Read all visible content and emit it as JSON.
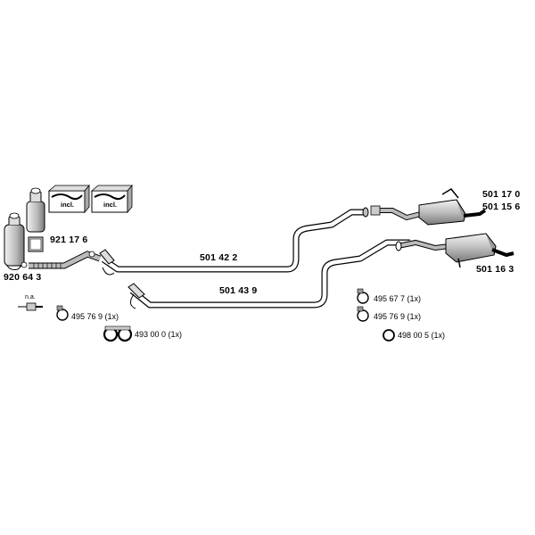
{
  "parts": {
    "catalyst": "920 64 3",
    "front_pipe": "921 17 6",
    "center_pipe_upper": "501 42 2",
    "center_pipe_lower": "501 43 9",
    "rear_muffler_upper_a": "501 17 0",
    "rear_muffler_upper_b": "501 15 6",
    "rear_muffler_lower": "501 16 3"
  },
  "kit_boxes": [
    "incl.",
    "incl."
  ],
  "not_available": "n.a.",
  "accessories": [
    {
      "id": "clamp_left",
      "text": "495 76 9 (1x)"
    },
    {
      "id": "gasket",
      "text": "493 00 0 (1x)"
    },
    {
      "id": "clamp_right_1",
      "text": "495 67 7 (1x)"
    },
    {
      "id": "clamp_right_2",
      "text": "495 76 9 (1x)"
    },
    {
      "id": "ring",
      "text": "498 00 5 (1x)"
    }
  ],
  "colors": {
    "line": "#000000",
    "fill_light": "#e6e6e6",
    "fill_mid": "#c8c8c8",
    "fill_dark": "#8c8c8c"
  }
}
